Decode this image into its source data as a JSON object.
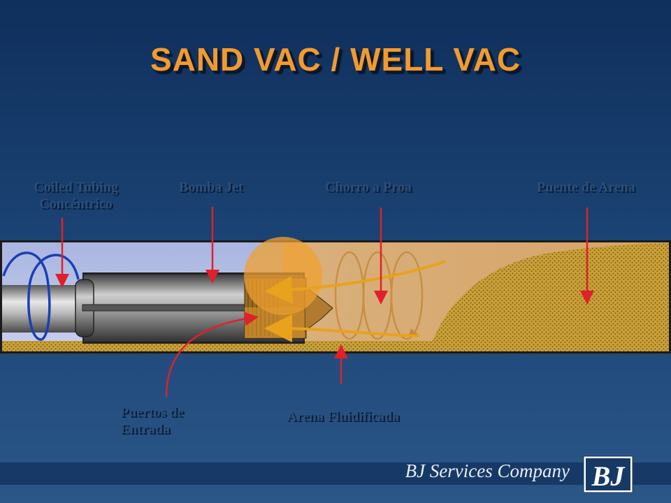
{
  "slide": {
    "title": "SAND VAC / WELL VAC",
    "labels": {
      "coiled_tubing": [
        "Coiled Tubing",
        "Concéntrico"
      ],
      "bomba_jet": "Bomba Jet",
      "chorro_a_proa": "Chorro a Proa",
      "puente_de_arena": "Puente de Arena",
      "puertos_de_entrada": [
        "Puertos de",
        "Entrada"
      ],
      "arena_fluidificada": "Arena Fluidificada"
    },
    "footer": {
      "company": "BJ Services Company",
      "logo_text": "BJ"
    },
    "colors": {
      "title": "#f39a2e",
      "arrow": "#e0202a",
      "sand": "#c9a03a",
      "flow": "#e8a21c",
      "spiral": "#1a3fb5"
    }
  }
}
